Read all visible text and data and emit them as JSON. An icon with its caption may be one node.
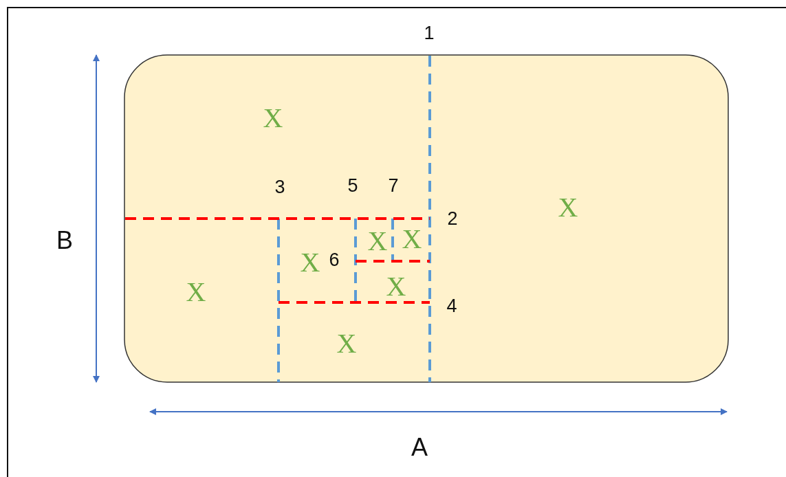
{
  "diagram": {
    "labels": [
      "1",
      "X",
      "3",
      "5",
      "7",
      "X",
      "2",
      "X",
      "X",
      "B",
      "6",
      "X",
      "X",
      "X",
      "4",
      "X",
      "A"
    ]
  }
}
